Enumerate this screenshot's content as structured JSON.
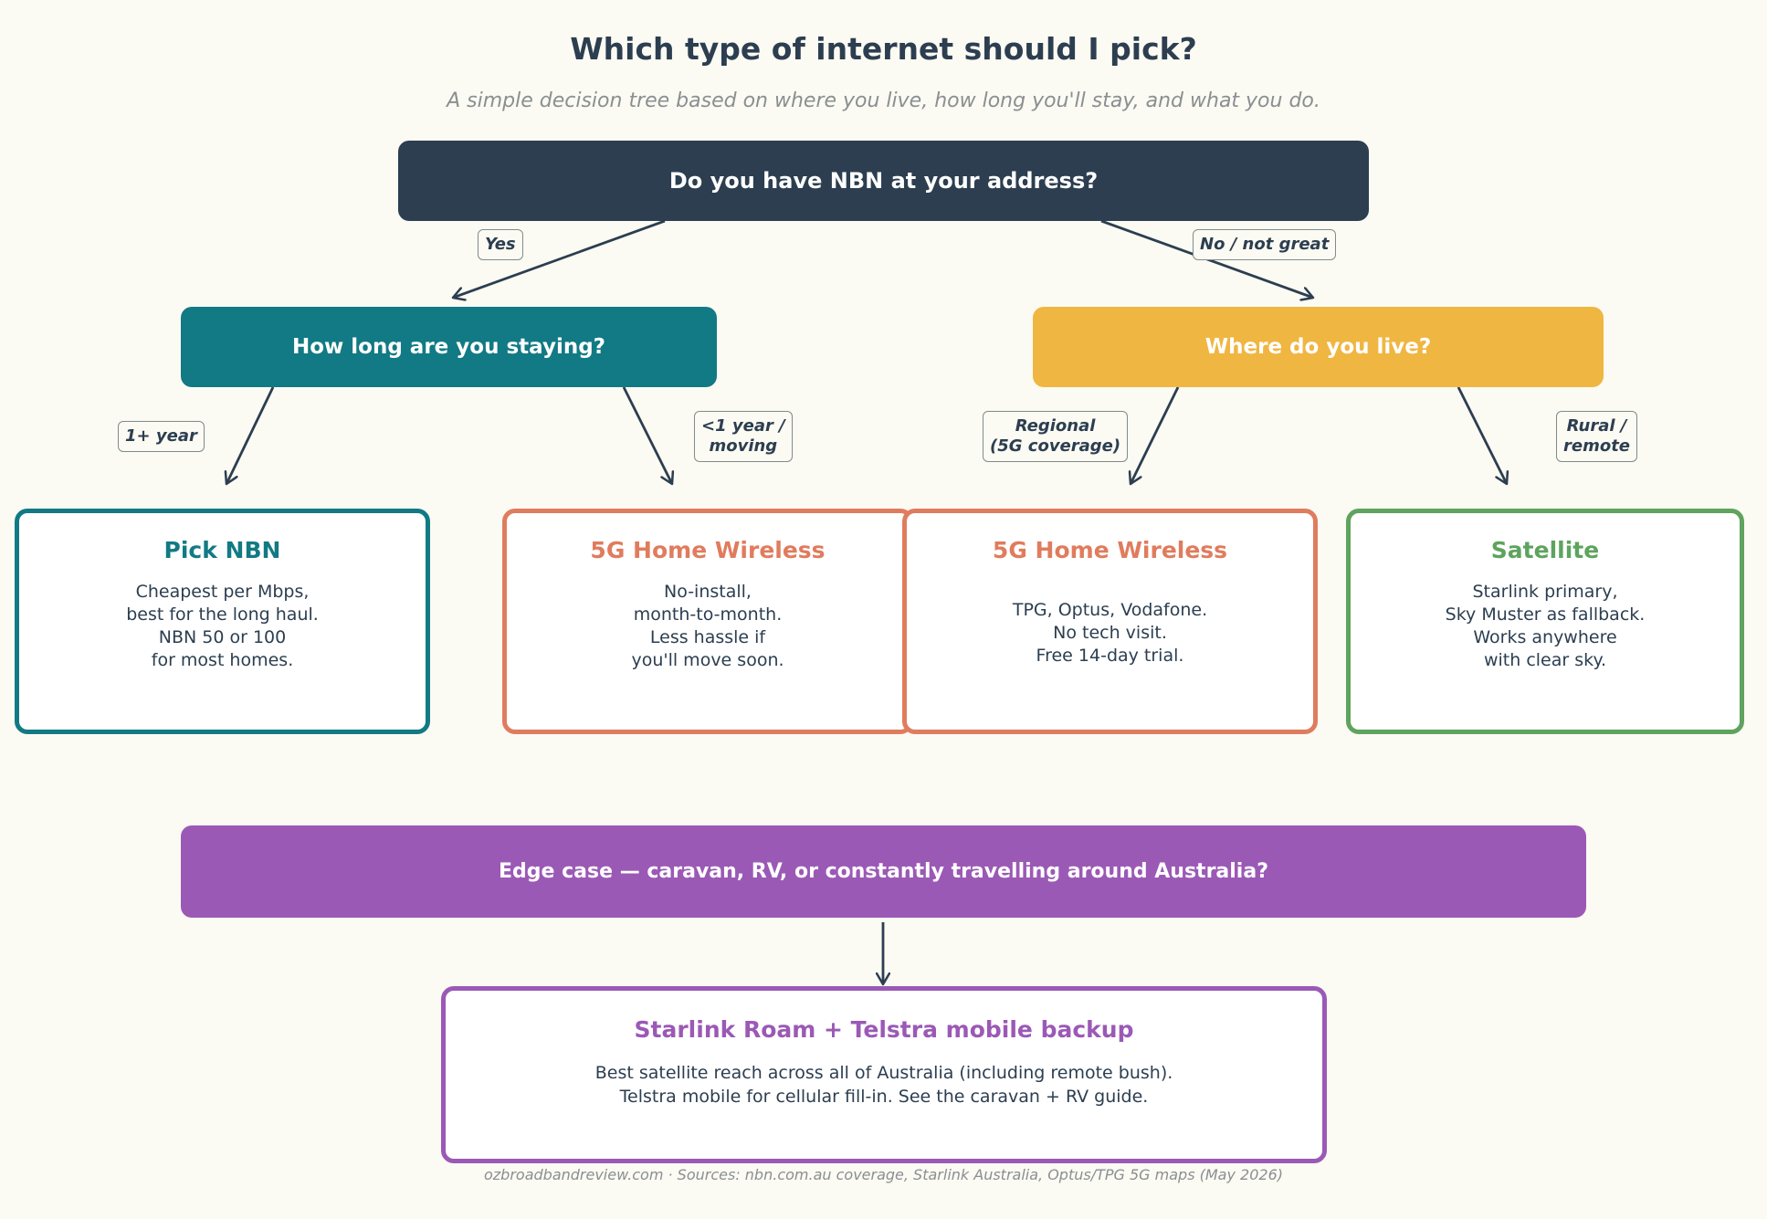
{
  "title": "Which type of internet should I pick?",
  "subtitle": "A simple decision tree based on where you live, how long you'll stay, and what you do.",
  "questions": {
    "root": "Do you have NBN at your address?",
    "stay": "How long are you staying?",
    "live": "Where do you live?",
    "edge": "Edge case — caravan, RV, or constantly travelling around Australia?"
  },
  "edge_labels": {
    "yes": "Yes",
    "no": "No / not great",
    "one_year": "1+ year",
    "less_one_year": "<1 year /\nmoving",
    "regional": "Regional\n(5G coverage)",
    "rural": "Rural /\nremote"
  },
  "answers": {
    "nbn": {
      "title": "Pick NBN",
      "body": "Cheapest per Mbps,\nbest for the long haul.\nNBN 50 or 100\nfor most homes."
    },
    "home_wireless_short": {
      "title": "5G Home Wireless",
      "body": "No-install,\nmonth-to-month.\nLess hassle if\nyou'll move soon."
    },
    "home_wireless_regional": {
      "title": "5G Home Wireless",
      "body": "TPG, Optus, Vodafone.\nNo tech visit.\nFree 14-day trial."
    },
    "satellite": {
      "title": "Satellite",
      "body": "Starlink primary,\nSky Muster as fallback.\nWorks anywhere\nwith clear sky."
    },
    "edge": {
      "title": "Starlink Roam + Telstra mobile backup",
      "body": "Best satellite reach across all of Australia (including remote bush).\nTelstra mobile for cellular fill-in. See the caravan + RV guide."
    }
  },
  "footer": "ozbroadbandreview.com  ·  Sources: nbn.com.au coverage, Starlink Australia, Optus/TPG 5G maps (May 2026)",
  "colors": {
    "background": "#fbfaf3",
    "navy": "#2c3e50",
    "teal": "#117a84",
    "amber": "#f0b642",
    "coral": "#e07c5e",
    "green": "#5ea35e",
    "purple": "#9b59b6"
  }
}
